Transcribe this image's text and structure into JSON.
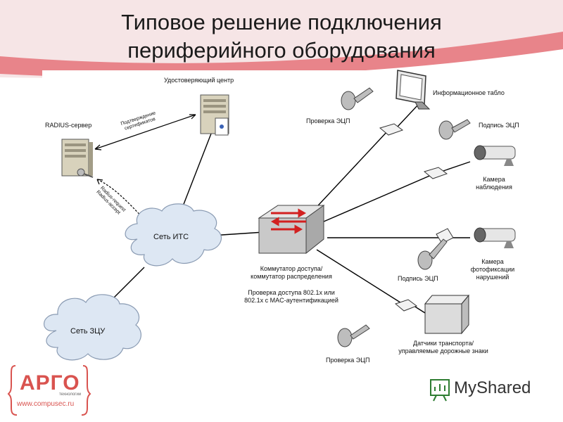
{
  "slide": {
    "title_line1": "Типовое решение подключения",
    "title_line2": "периферийного оборудования"
  },
  "nodes": {
    "ca_server": "Удостоверяющий центр",
    "radius_server": "RADIUS-сервер",
    "cert_confirm_1": "Подтверждение",
    "cert_confirm_2": "сертификатов",
    "radius_request": "Radius-request",
    "radius_accept": "Radius-accept",
    "its_network": "Сеть ИТС",
    "zcu_network": "Сеть ЗЦУ",
    "switch_1": "Коммутатор доступа/",
    "switch_2": "коммутатор распределения",
    "access_check_1": "Проверка доступа 802.1x или",
    "access_check_2": "802.1x с MAC-аутентификацией",
    "info_board": "Информационное табло",
    "check_ecp_top": "Проверка ЭЦП",
    "sign_ecp_top": "Подпись ЭЦП",
    "camera_obs_1": "Камера",
    "camera_obs_2": "наблюдения",
    "camera_fix_1": "Камера",
    "camera_fix_2": "фотофиксации",
    "camera_fix_3": "нарушений",
    "sign_ecp_mid": "Подпись ЭЦП",
    "sensors_1": "Датчики транспорта/",
    "sensors_2": "управляемые дорожные знаки",
    "check_ecp_bottom": "Проверка ЭЦП"
  },
  "footer": {
    "logo_text": "АРГО",
    "logo_sub": "технологии",
    "url": "www.compusec.ru",
    "watermark": "MyShared"
  },
  "colors": {
    "accent_red": "#e8848a",
    "logo_red": "#d9534f",
    "cloud_fill": "#dde7f3",
    "switch_red": "#d22020"
  }
}
